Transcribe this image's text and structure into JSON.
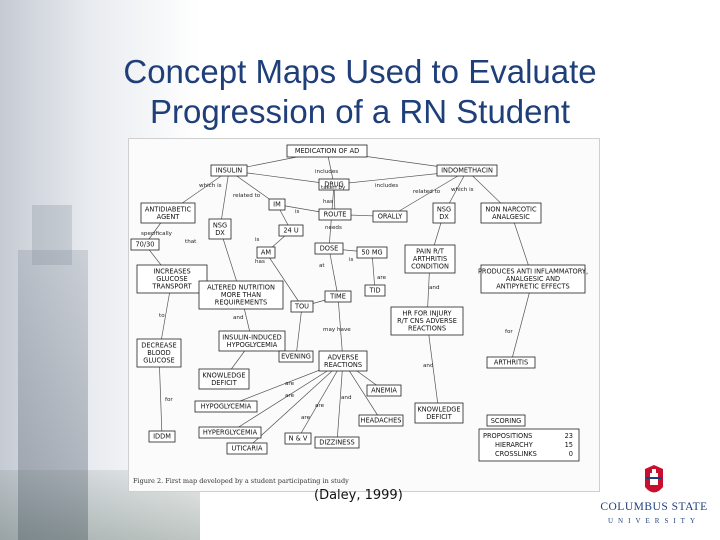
{
  "slide": {
    "title_line1": "Concept Maps Used to Evaluate",
    "title_line2": "Progression of a RN Student",
    "citation": "(Daley, 1999)"
  },
  "logo": {
    "name": "COLUMBUS STATE",
    "sub": "UNIVERSITY"
  },
  "figure": {
    "caption": "Figure 2. First map developed by a student participating in study",
    "nodes": [
      {
        "id": "med",
        "lines": [
          "MEDICATION OF AD"
        ]
      },
      {
        "id": "insulin",
        "lines": [
          "INSULIN"
        ]
      },
      {
        "id": "indo",
        "lines": [
          "INDOMETHACIN"
        ]
      },
      {
        "id": "drug",
        "lines": [
          "DRUG"
        ]
      },
      {
        "id": "antidiab",
        "lines": [
          "ANTIDIABETIC",
          "AGENT"
        ]
      },
      {
        "id": "im",
        "lines": [
          "IM"
        ]
      },
      {
        "id": "route",
        "lines": [
          "ROUTE"
        ]
      },
      {
        "id": "orally",
        "lines": [
          "ORALLY"
        ]
      },
      {
        "id": "nsg1",
        "lines": [
          "NSG",
          "DX"
        ]
      },
      {
        "id": "nsg2",
        "lines": [
          "NSG",
          "DX"
        ]
      },
      {
        "id": "nonnarc",
        "lines": [
          "NON NARCOTIC",
          "ANALGESIC"
        ]
      },
      {
        "id": "n7030",
        "lines": [
          "70/30"
        ]
      },
      {
        "id": "n24u",
        "lines": [
          "24 U"
        ]
      },
      {
        "id": "am",
        "lines": [
          "AM"
        ]
      },
      {
        "id": "dose",
        "lines": [
          "DOSE"
        ]
      },
      {
        "id": "n50mg",
        "lines": [
          "50 MG"
        ]
      },
      {
        "id": "pain",
        "lines": [
          "PAIN R/T",
          "ARTHRITIS",
          "CONDITION"
        ]
      },
      {
        "id": "increases",
        "lines": [
          "INCREASES",
          "GLUCOSE",
          "TRANSPORT"
        ]
      },
      {
        "id": "altered",
        "lines": [
          "ALTERED NUTRITION",
          "MORE THAN",
          "REQUIREMENTS"
        ]
      },
      {
        "id": "produces",
        "lines": [
          "PRODUCES ANTI INFLAMMATORY,",
          "ANALGESIC AND",
          "ANTIPYRETIC EFFECTS"
        ]
      },
      {
        "id": "time",
        "lines": [
          "TIME"
        ]
      },
      {
        "id": "tid",
        "lines": [
          "TID"
        ]
      },
      {
        "id": "tou",
        "lines": [
          "TOU"
        ]
      },
      {
        "id": "hrinjury",
        "lines": [
          "HR FOR INJURY",
          "R/T CNS ADVERSE",
          "REACTIONS"
        ]
      },
      {
        "id": "decrease",
        "lines": [
          "DECREASE",
          "BLOOD",
          "GLUCOSE"
        ]
      },
      {
        "id": "insinduced",
        "lines": [
          "INSULIN-INDUCED",
          "HYPOGLYCEMIA"
        ]
      },
      {
        "id": "evening",
        "lines": [
          "EVENING"
        ]
      },
      {
        "id": "adverse",
        "lines": [
          "ADVERSE",
          "REACTIONS"
        ]
      },
      {
        "id": "arthritis",
        "lines": [
          "ARTHRITIS"
        ]
      },
      {
        "id": "knowdef1",
        "lines": [
          "KNOWLEDGE",
          "DEFICIT"
        ]
      },
      {
        "id": "anemia",
        "lines": [
          "ANEMIA"
        ]
      },
      {
        "id": "hypoglyc",
        "lines": [
          "HYPOGLYCEMIA"
        ]
      },
      {
        "id": "knowdef2",
        "lines": [
          "KNOWLEDGE",
          "DEFICIT"
        ]
      },
      {
        "id": "headaches",
        "lines": [
          "HEADACHES"
        ]
      },
      {
        "id": "hyperglyc",
        "lines": [
          "HYPERGLYCEMIA"
        ]
      },
      {
        "id": "iddm",
        "lines": [
          "IDDM"
        ]
      },
      {
        "id": "urticaria",
        "lines": [
          "UTICARIA"
        ]
      },
      {
        "id": "nv",
        "lines": [
          "N & V"
        ]
      },
      {
        "id": "dizziness",
        "lines": [
          "DIZZINESS"
        ]
      }
    ],
    "link_labels": [
      "includes",
      "taken by",
      "which is",
      "related to",
      "includes",
      "related to",
      "which is",
      "has",
      "specifically",
      "that",
      "needs",
      "is",
      "is",
      "at",
      "is",
      "has",
      "are",
      "to",
      "and",
      "may have",
      "and",
      "and",
      "for",
      "are",
      "are",
      "are",
      "are",
      "and",
      "for"
    ],
    "scoring": {
      "title": "SCORING",
      "rows": [
        {
          "label": "PROPOSITIONS",
          "value": "23"
        },
        {
          "label": "HIERARCHY",
          "value": "15"
        },
        {
          "label": "CROSSLINKS",
          "value": "0"
        }
      ]
    }
  }
}
